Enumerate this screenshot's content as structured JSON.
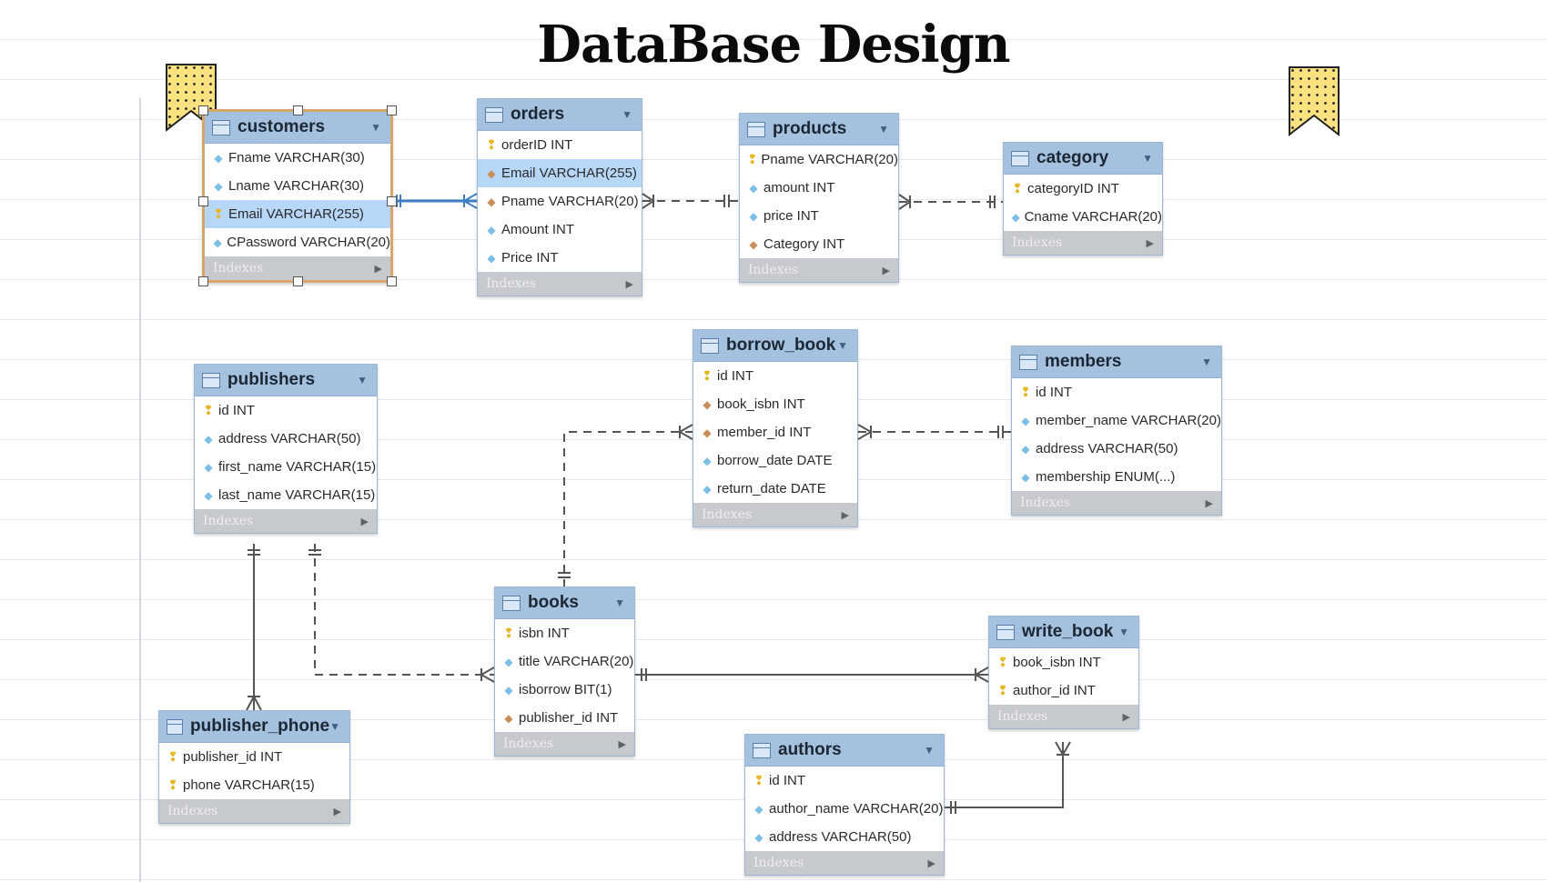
{
  "title": "DataBase Design",
  "indexes_label": "Indexes",
  "colors": {
    "header": "#a4c1e0",
    "selected_border": "#d9a56a",
    "bookmark": "#f9e27f"
  },
  "tables": {
    "customers": {
      "name": "customers",
      "columns": [
        {
          "label": "Fname VARCHAR(30)",
          "icon": "attribute-icon"
        },
        {
          "label": "Lname VARCHAR(30)",
          "icon": "attribute-icon"
        },
        {
          "label": "Email VARCHAR(255)",
          "icon": "primary-key-icon"
        },
        {
          "label": "CPassword VARCHAR(20)",
          "icon": "attribute-icon"
        }
      ]
    },
    "orders": {
      "name": "orders",
      "columns": [
        {
          "label": "orderID INT",
          "icon": "primary-key-icon"
        },
        {
          "label": "Email VARCHAR(255)",
          "icon": "foreign-key-icon"
        },
        {
          "label": "Pname VARCHAR(20)",
          "icon": "foreign-key-icon"
        },
        {
          "label": "Amount INT",
          "icon": "attribute-icon"
        },
        {
          "label": "Price INT",
          "icon": "attribute-icon"
        }
      ]
    },
    "products": {
      "name": "products",
      "columns": [
        {
          "label": "Pname VARCHAR(20)",
          "icon": "primary-key-icon"
        },
        {
          "label": "amount INT",
          "icon": "attribute-icon"
        },
        {
          "label": "price INT",
          "icon": "attribute-icon"
        },
        {
          "label": "Category INT",
          "icon": "foreign-key-icon"
        }
      ]
    },
    "category": {
      "name": "category",
      "columns": [
        {
          "label": "categoryID INT",
          "icon": "primary-key-icon"
        },
        {
          "label": "Cname VARCHAR(20)",
          "icon": "attribute-icon"
        }
      ]
    },
    "borrow_book": {
      "name": "borrow_book",
      "columns": [
        {
          "label": "id INT",
          "icon": "primary-key-icon"
        },
        {
          "label": "book_isbn INT",
          "icon": "foreign-key-icon"
        },
        {
          "label": "member_id INT",
          "icon": "foreign-key-icon"
        },
        {
          "label": "borrow_date DATE",
          "icon": "attribute-icon"
        },
        {
          "label": "return_date DATE",
          "icon": "attribute-icon"
        }
      ]
    },
    "members": {
      "name": "members",
      "columns": [
        {
          "label": "id INT",
          "icon": "primary-key-icon"
        },
        {
          "label": "member_name VARCHAR(20)",
          "icon": "attribute-icon"
        },
        {
          "label": "address VARCHAR(50)",
          "icon": "attribute-icon"
        },
        {
          "label": "membership ENUM(...)",
          "icon": "attribute-icon"
        }
      ]
    },
    "publishers": {
      "name": "publishers",
      "columns": [
        {
          "label": "id INT",
          "icon": "primary-key-icon"
        },
        {
          "label": "address VARCHAR(50)",
          "icon": "attribute-icon"
        },
        {
          "label": "first_name VARCHAR(15)",
          "icon": "attribute-icon"
        },
        {
          "label": "last_name VARCHAR(15)",
          "icon": "attribute-icon"
        }
      ]
    },
    "books": {
      "name": "books",
      "columns": [
        {
          "label": "isbn INT",
          "icon": "primary-key-icon"
        },
        {
          "label": "title VARCHAR(20)",
          "icon": "attribute-icon"
        },
        {
          "label": "isborrow BIT(1)",
          "icon": "attribute-icon"
        },
        {
          "label": "publisher_id INT",
          "icon": "foreign-key-icon"
        }
      ]
    },
    "write_book": {
      "name": "write_book",
      "columns": [
        {
          "label": "book_isbn INT",
          "icon": "primary-key-icon"
        },
        {
          "label": "author_id INT",
          "icon": "primary-key-icon"
        }
      ]
    },
    "publisher_phone": {
      "name": "publisher_phone",
      "columns": [
        {
          "label": "publisher_id INT",
          "icon": "primary-key-icon"
        },
        {
          "label": "phone VARCHAR(15)",
          "icon": "primary-key-icon"
        }
      ]
    },
    "authors": {
      "name": "authors",
      "columns": [
        {
          "label": "id INT",
          "icon": "primary-key-icon"
        },
        {
          "label": "author_name VARCHAR(20)",
          "icon": "attribute-icon"
        },
        {
          "label": "address VARCHAR(50)",
          "icon": "attribute-icon"
        }
      ]
    }
  }
}
